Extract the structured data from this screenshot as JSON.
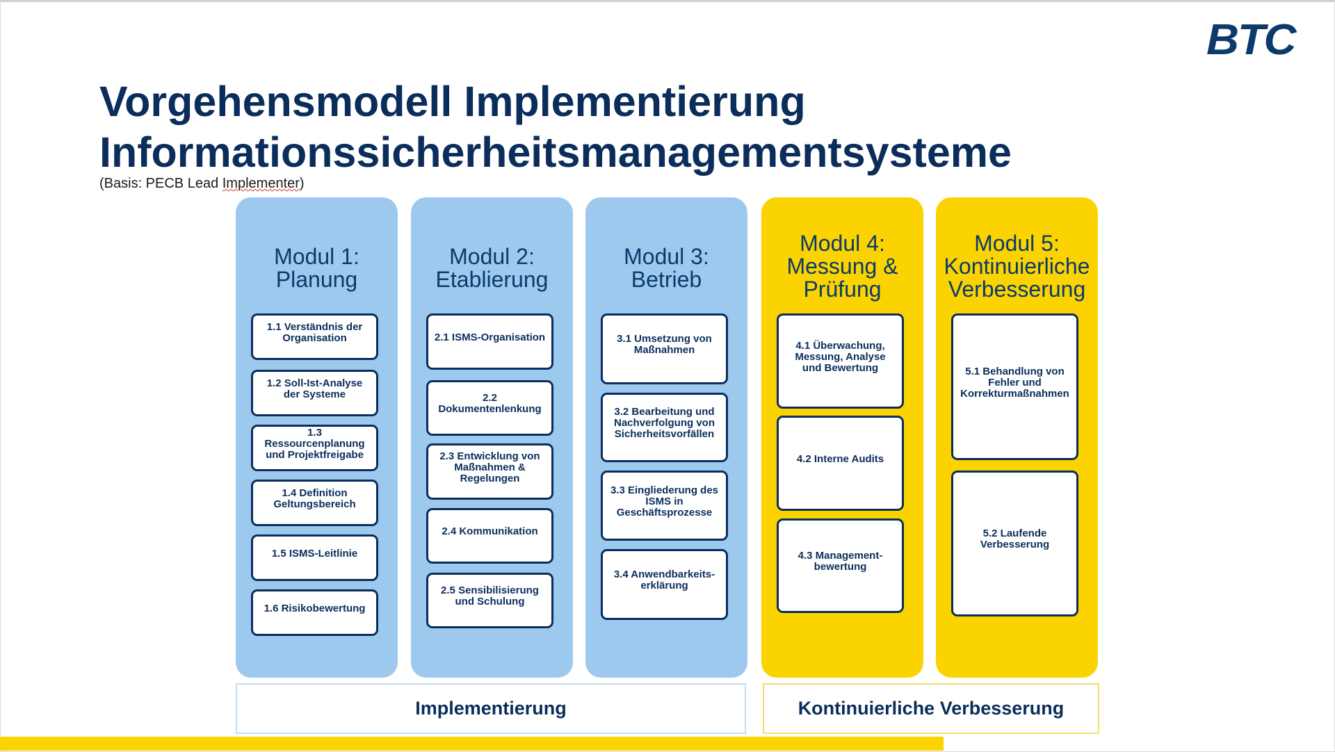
{
  "logo": "BTC",
  "title_line1": "Vorgehensmodell Implementierung",
  "title_line2": "Informationssicherheitsmanagementsysteme",
  "subtitle_prefix": "(Basis: PECB Lead ",
  "subtitle_word": "Implementer",
  "subtitle_suffix": ")",
  "modules": [
    {
      "title": [
        "Modul 1:",
        "Planung"
      ],
      "items": [
        "1.1 Verständnis der Organisation",
        "1.2 Soll-Ist-Analyse der Systeme",
        "1.3 Ressourcenplanung und Projektfreigabe",
        "1.4 Definition Geltungsbereich",
        "1.5 ISMS-Leitlinie",
        "1.6 Risikobewertung"
      ]
    },
    {
      "title": [
        "Modul 2:",
        "Etablierung"
      ],
      "items": [
        "2.1 ISMS-Organisation",
        "2.2 Dokumentenlenkung",
        "2.3 Entwicklung von Maßnahmen & Regelungen",
        "2.4 Kommunikation",
        "2.5 Sensibilisierung und Schulung"
      ]
    },
    {
      "title": [
        "Modul 3:",
        "Betrieb"
      ],
      "items": [
        "3.1 Umsetzung von Maßnahmen",
        "3.2 Bearbeitung und Nachverfolgung von Sicherheitsvorfällen",
        "3.3 Eingliederung des ISMS in Geschäftsprozesse",
        "3.4 Anwendbarkeits-erklärung"
      ]
    },
    {
      "title": [
        "Modul 4:",
        "Messung &",
        "Prüfung"
      ],
      "items": [
        "4.1 Überwachung, Messung, Analyse und Bewertung",
        "4.2 Interne Audits",
        "4.3 Management-bewertung"
      ]
    },
    {
      "title": [
        "Modul 5:",
        "Kontinuierliche",
        "Verbesserung"
      ],
      "items": [
        "5.1 Behandlung von Fehler und Korrekturmaßnahmen",
        "5.2 Laufende Verbesserung"
      ]
    }
  ],
  "phases": {
    "implementation": "Implementierung",
    "improvement": "Kontinuierliche Verbesserung"
  },
  "colors": {
    "navy": "#0b2d5b",
    "blue": "#9dc9ef",
    "yellow": "#fad300"
  }
}
